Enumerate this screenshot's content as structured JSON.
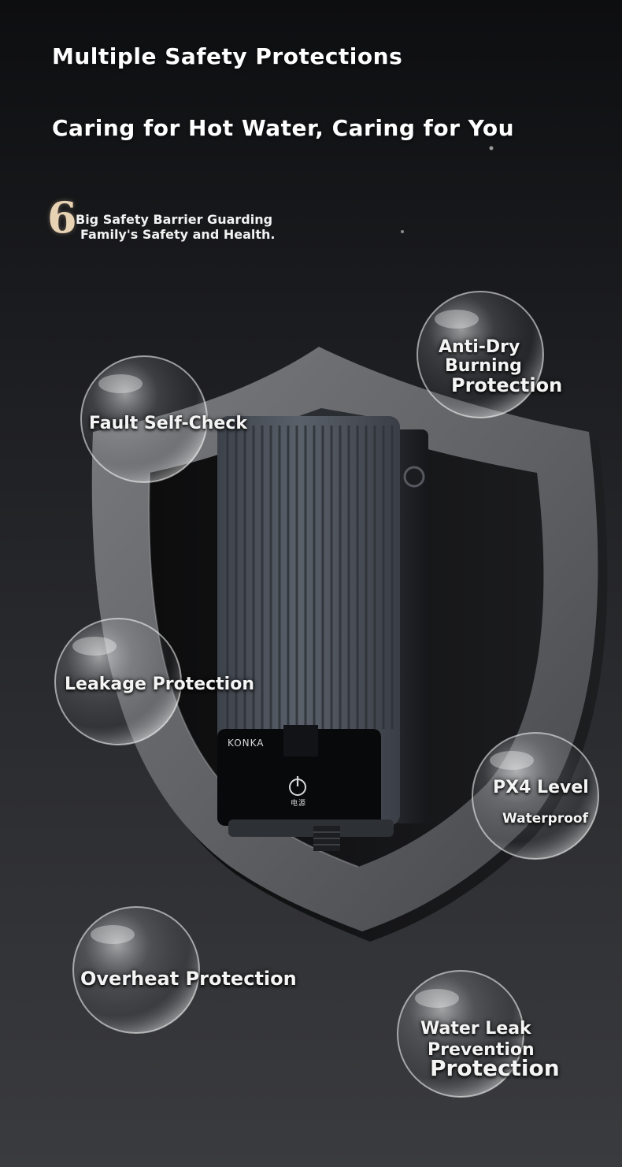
{
  "header": {
    "title": "Multiple Safety Protections",
    "subtitle": "Caring for Hot Water, Caring for You"
  },
  "badge": {
    "number": "6",
    "line1": "Big Safety Barrier Guarding",
    "line2": "Family's Safety and Health."
  },
  "product": {
    "brand": "KONKA",
    "power_label": "电源"
  },
  "features": {
    "anti_dry": {
      "line1": "Anti-Dry",
      "line2": "Burning",
      "line3": "Protection"
    },
    "fault_check": {
      "label": "Fault Self-Check"
    },
    "leakage": {
      "label": "Leakage Protection"
    },
    "waterproof": {
      "line1": "PX4 Level",
      "line2": "Waterproof"
    },
    "overheat": {
      "label": "Overheat Protection"
    },
    "water_leak": {
      "line1": "Water Leak",
      "line2": "Prevention",
      "line3": "Protection"
    }
  },
  "colors": {
    "background_top": "#0d0e10",
    "background_bottom": "#3a3b3e",
    "shield": "#6a6b6e",
    "heater_body": "#4a4f57",
    "accent_number": "#e8d2b4"
  }
}
